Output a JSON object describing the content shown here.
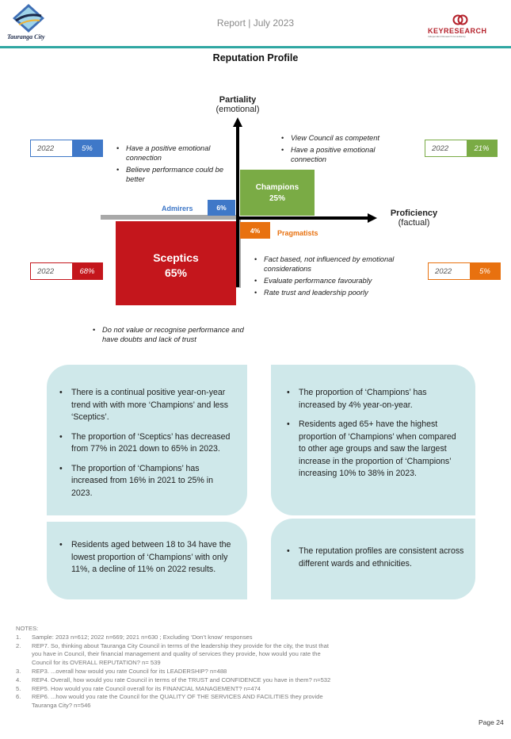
{
  "header": {
    "report_title": "Report | July 2023",
    "logo_text": "Tauranga City",
    "partner_logo": "KEYRESEARCH",
    "partner_tagline": "Independent Research Consultancy"
  },
  "page_title": "Reputation Profile",
  "axes": {
    "y_title": "Partiality",
    "y_sub": "(emotional)",
    "x_title": "Proficiency",
    "x_sub": "(factual)"
  },
  "quadrants": {
    "champions": {
      "label": "Champions",
      "value": "25%",
      "color": "#7aab45"
    },
    "admirers": {
      "label": "Admirers",
      "value": "6%",
      "color": "#3f78c8"
    },
    "sceptics": {
      "label": "Sceptics",
      "value": "65%",
      "color": "#c4161c"
    },
    "pragmatists": {
      "label": "Pragmatists",
      "value": "4%",
      "color": "#e8710f"
    }
  },
  "prior_year": {
    "admirers": {
      "year": "2022",
      "value": "5%"
    },
    "champions": {
      "year": "2022",
      "value": "21%"
    },
    "sceptics": {
      "year": "2022",
      "value": "68%"
    },
    "pragmatists": {
      "year": "2022",
      "value": "5%"
    }
  },
  "descriptions": {
    "admirers": [
      "Have a positive emotional connection",
      "Believe performance could be better"
    ],
    "champions": [
      "View Council as competent",
      "Have a positive emotional connection"
    ],
    "pragmatists": [
      "Fact based, not influenced by emotional considerations",
      "Evaluate performance favourably",
      "Rate trust and leadership poorly"
    ],
    "sceptics": [
      "Do not value or recognise performance and have doubts and lack of trust"
    ]
  },
  "cards": {
    "top_left": [
      "There is a continual positive year-on-year trend with with more ‘Champions’ and less ‘Sceptics’.",
      "The proportion of ‘Sceptics’ has decreased from 77% in 2021 down to 65% in 2023.",
      "The proportion of ‘Champions’ has increased from 16% in 2021 to 25% in 2023."
    ],
    "top_right": [
      "The proportion of ‘Champions’ has increased by 4% year-on-year.",
      "Residents aged 65+ have the highest proportion of ‘Champions’ when compared to other age groups and saw the largest increase in the proportion of ‘Champions’ increasing 10% to 38% in 2023."
    ],
    "bottom_left": [
      "Residents aged between 18 to 34 have the lowest proportion of ‘Champions’ with only 11%, a decline of 11% on 2022 results."
    ],
    "bottom_right": [
      "The reputation profiles are consistent across different wards and ethnicities."
    ]
  },
  "notes": {
    "heading": "NOTES:",
    "items": [
      {
        "n": "1.",
        "text": "Sample: 2023 n=612; 2022 n=669; 2021 n=630 ; Excluding ‘Don’t know’ responses"
      },
      {
        "n": "2.",
        "text": "REP7. So, thinking about Tauranga City Council in terms of the leadership they provide for the city, the trust that you have in Council, their financial management and quality of services they provide, how would you rate the Council for its OVERALL REPUTATION? n= 539"
      },
      {
        "n": "3.",
        "text": "REP3. ...overall how would you rate Council for its LEADERSHIP? n=488"
      },
      {
        "n": "4.",
        "text": "REP4. Overall, how would you rate Council in terms of the TRUST and CONFIDENCE you have in them? n=532"
      },
      {
        "n": "5.",
        "text": "REP5. How would you rate Council overall for its FINANCIAL MANAGEMENT? n=474"
      },
      {
        "n": "6.",
        "text": "REP6. ...how would you rate the Council for the QUALITY OF THE SERVICES AND FACILITIES they provide Tauranga City? n=546"
      }
    ]
  },
  "page_number": "Page 24"
}
